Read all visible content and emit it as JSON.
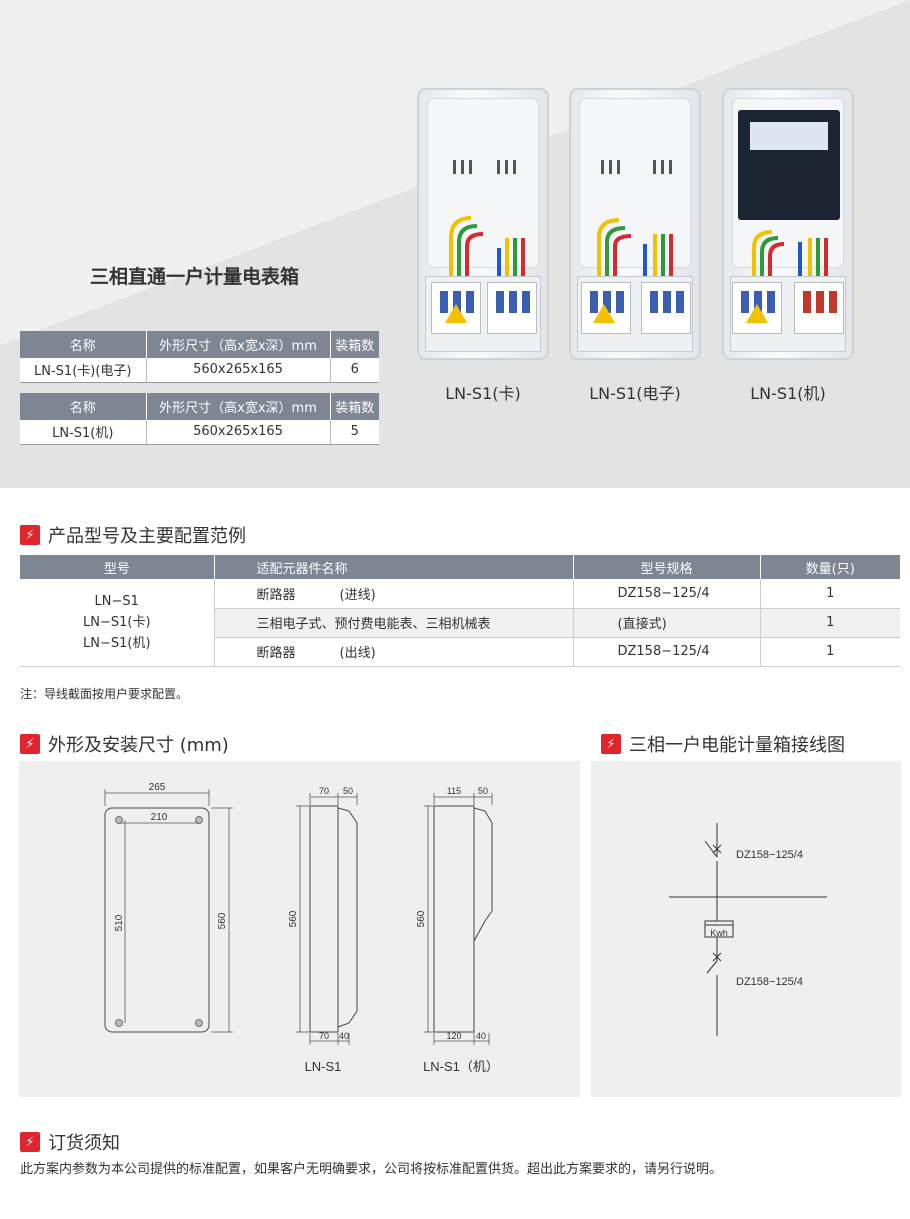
{
  "hero": {
    "title": "三相直通一户计量电表箱",
    "tables": [
      {
        "headers": [
          "名称",
          "外形尺寸（高x宽x深）mm",
          "装箱数"
        ],
        "row": [
          "LN-S1(卡)(电子)",
          "560x265x165",
          "6"
        ]
      },
      {
        "headers": [
          "名称",
          "外形尺寸（高x宽x深）mm",
          "装箱数"
        ],
        "row": [
          "LN-S1(机)",
          "560x265x165",
          "5"
        ]
      }
    ],
    "products": [
      {
        "label": "LN-S1(卡)"
      },
      {
        "label": "LN-S1(电子)"
      },
      {
        "label": "LN-S1(机)"
      }
    ]
  },
  "config": {
    "heading": "产品型号及主要配置范例",
    "headers": [
      "型号",
      "适配元器件名称",
      "型号规格",
      "数量(只)"
    ],
    "models": [
      "LN−S1",
      "LN−S1(卡)",
      "LN−S1(机)"
    ],
    "rows": [
      {
        "name": "断路器",
        "sub": "(进线)",
        "spec": "DZ158−125/4",
        "qty": "1"
      },
      {
        "name": "三相电子式、预付费电能表、三相机械表",
        "sub": "",
        "spec": "(直接式)",
        "qty": "1"
      },
      {
        "name": "断路器",
        "sub": "(出线)",
        "spec": "DZ158−125/4",
        "qty": "1"
      }
    ],
    "note": "注：导线截面按用户要求配置。"
  },
  "dimensions": {
    "heading": "外形及安装尺寸 (mm)",
    "front": {
      "width": "265",
      "hole_width": "210",
      "hole_height": "510",
      "height": "560"
    },
    "side1": {
      "top_a": "70",
      "top_b": "50",
      "height": "560",
      "bot_a": "70",
      "bot_b": "40",
      "label": "LN-S1"
    },
    "side2": {
      "top_a": "115",
      "top_b": "50",
      "height": "560",
      "bot_a": "120",
      "bot_b": "40",
      "label": "LN-S1（机）"
    }
  },
  "wiring": {
    "heading": "三相一户电能计量箱接线图",
    "breaker_top": "DZ158−125/4",
    "meter": "Kwh",
    "breaker_bottom": "DZ158−125/4"
  },
  "order": {
    "heading": "订货须知",
    "text": "此方案内参数为本公司提供的标准配置，如果客户无明确要求，公司将按标准配置供货。超出此方案要求的，请另行说明。"
  },
  "colors": {
    "accent": "#e0252c",
    "table_header": "#7e8693",
    "panel_bg": "#efefef"
  },
  "icons": {
    "section": "lightning-icon"
  }
}
